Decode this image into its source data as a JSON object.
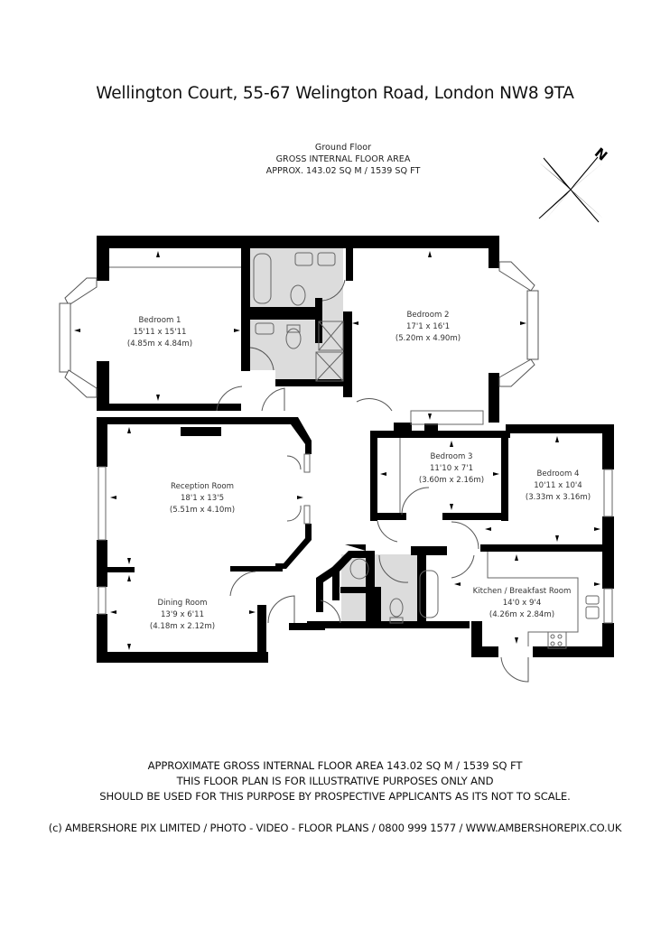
{
  "header": {
    "title": "Wellington Court, 55-67 Welington Road, London NW8 9TA"
  },
  "floor": {
    "name": "Ground Floor",
    "area_heading": "GROSS INTERNAL FLOOR AREA",
    "area_value": "APPROX. 143.02 SQ M / 1539 SQ FT"
  },
  "compass": {
    "icon": "north-compass-rose-icon",
    "label": "N"
  },
  "rooms": [
    {
      "name": "Bedroom 1",
      "imperial": "15'11 x 15'11",
      "metric": "(4.85m x 4.84m)"
    },
    {
      "name": "Bedroom 2",
      "imperial": "17'1 x 16'1",
      "metric": "(5.20m x 4.90m)"
    },
    {
      "name": "Bedroom 3",
      "imperial": "11'10 x 7'1",
      "metric": "(3.60m x 2.16m)"
    },
    {
      "name": "Bedroom 4",
      "imperial": "10'11 x 10'4",
      "metric": "(3.33m x 3.16m)"
    },
    {
      "name": "Reception Room",
      "imperial": "18'1 x 13'5",
      "metric": "(5.51m x 4.10m)"
    },
    {
      "name": "Dining Room",
      "imperial": "13'9 x 6'11",
      "metric": "(4.18m x 2.12m)"
    },
    {
      "name": "Kitchen / Breakfast Room",
      "imperial": "14'0 x 9'4",
      "metric": "(4.26m x 2.84m)"
    }
  ],
  "colors": {
    "wall": "#000000",
    "wet_room_fill": "#d9d9d9",
    "line": "#555555"
  },
  "footer": {
    "line1": "APPROXIMATE GROSS INTERNAL FLOOR AREA 143.02 SQ M / 1539 SQ FT",
    "line2": "THIS FLOOR PLAN IS FOR ILLUSTRATIVE PURPOSES ONLY AND",
    "line3": "SHOULD BE USED FOR THIS PURPOSE BY PROSPECTIVE APPLICANTS AS ITS NOT TO SCALE."
  },
  "credit": {
    "text": "(c) AMBERSHORE PIX LIMITED / PHOTO - VIDEO - FLOOR PLANS / 0800 999 1577 / WWW.AMBERSHOREPIX.CO.UK"
  }
}
